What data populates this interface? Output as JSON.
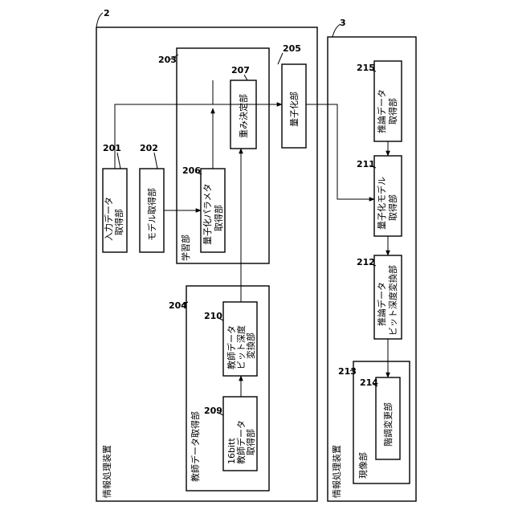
{
  "device2": {
    "ref": "2",
    "label": "情報処理装置",
    "input_data": {
      "ref": "201",
      "lines": [
        "入力データ",
        "取得部"
      ]
    },
    "model": {
      "ref": "202",
      "lines": [
        "モデル取得部"
      ]
    },
    "learning": {
      "ref": "203",
      "label": "学習部",
      "quant_param": {
        "ref": "206",
        "lines": [
          "量子化パラメタ",
          "取得部"
        ]
      },
      "weight": {
        "ref": "207",
        "lines": [
          "重み決定部"
        ]
      }
    },
    "teacher": {
      "ref": "204",
      "label": "教師データ取得部",
      "acq": {
        "ref": "209",
        "lines": [
          "16bitt",
          "教師データ",
          "取得部"
        ]
      },
      "conv": {
        "ref": "210",
        "lines": [
          "教師データ",
          "ビット深度",
          "変換部"
        ]
      }
    },
    "quantizer": {
      "ref": "205",
      "lines": [
        "量子化部"
      ]
    }
  },
  "device3": {
    "ref": "3",
    "label": "情報処理装置",
    "inference_acq": {
      "ref": "215",
      "lines": [
        "推論データ",
        "取得部"
      ]
    },
    "quant_model": {
      "ref": "211",
      "lines": [
        "量子化モデル",
        "取得部"
      ]
    },
    "inference_conv": {
      "ref": "212",
      "lines": [
        "推論データ",
        "ビット深度変換部"
      ]
    },
    "developer": {
      "ref": "213",
      "label": "現像部",
      "gradation": {
        "ref": "214",
        "lines": [
          "階調変更部"
        ]
      }
    }
  }
}
